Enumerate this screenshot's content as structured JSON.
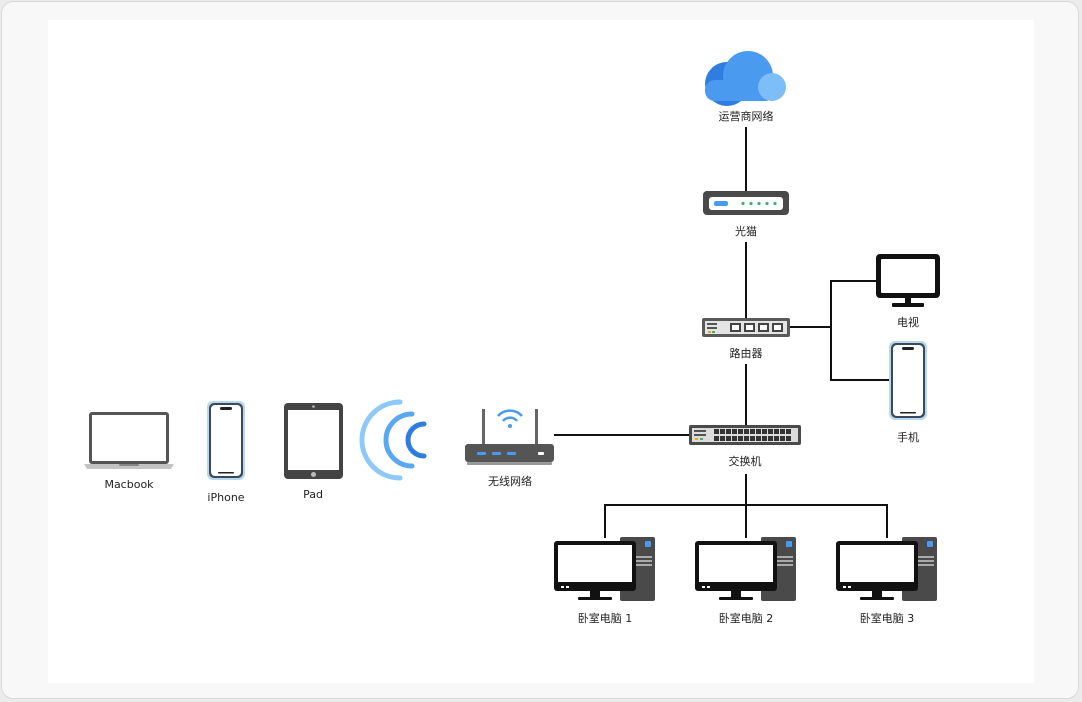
{
  "diagram": {
    "nodes": {
      "isp": {
        "label": "运营商网络",
        "icon": "cloud-icon"
      },
      "modem": {
        "label": "光猫",
        "icon": "modem-icon"
      },
      "router": {
        "label": "路由器",
        "icon": "router-icon"
      },
      "switch": {
        "label": "交换机",
        "icon": "switch-icon"
      },
      "tv": {
        "label": "电视",
        "icon": "monitor-icon"
      },
      "phone": {
        "label": "手机",
        "icon": "smartphone-icon"
      },
      "wireless": {
        "label": "无线网络",
        "icon": "wireless-router-icon"
      },
      "pc1": {
        "label": "卧室电脑 1",
        "icon": "desktop-pc-icon"
      },
      "pc2": {
        "label": "卧室电脑 2",
        "icon": "desktop-pc-icon"
      },
      "pc3": {
        "label": "卧室电脑 3",
        "icon": "desktop-pc-icon"
      },
      "macbook": {
        "label": "Macbook",
        "icon": "laptop-icon"
      },
      "iphone": {
        "label": "iPhone",
        "icon": "smartphone-icon"
      },
      "pad": {
        "label": "Pad",
        "icon": "tablet-icon"
      },
      "wifi_signal": {
        "icon": "wifi-signal-icon"
      }
    },
    "edges": [
      [
        "isp",
        "modem"
      ],
      [
        "modem",
        "router"
      ],
      [
        "router",
        "tv"
      ],
      [
        "router",
        "phone"
      ],
      [
        "router",
        "switch"
      ],
      [
        "switch",
        "wireless"
      ],
      [
        "switch",
        "pc1"
      ],
      [
        "switch",
        "pc2"
      ],
      [
        "switch",
        "pc3"
      ]
    ],
    "colors": {
      "cloud_dark": "#2f7de1",
      "cloud_mid": "#4a9af0",
      "cloud_light": "#7dbdf8",
      "wifi_blue": "#4a9af0",
      "device_gray": "#555555",
      "line": "#111111"
    }
  }
}
